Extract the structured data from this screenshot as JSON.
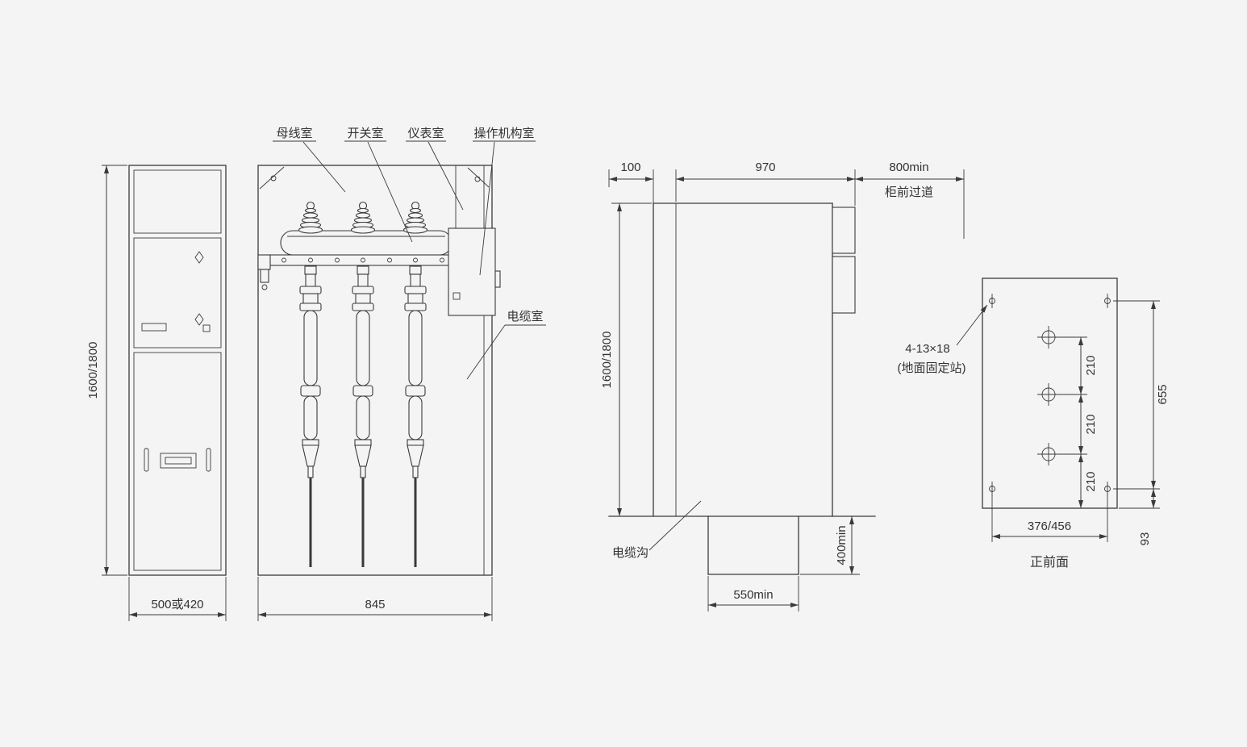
{
  "colors": {
    "background": "#f4f4f4",
    "line": "#3a3a3a",
    "text": "#333333"
  },
  "front_view": {
    "height": "1600/1800",
    "width": "500或420"
  },
  "section_view": {
    "busbar_room": "母线室",
    "switch_room": "开关室",
    "meter_room": "仪表室",
    "mechanism_room": "操作机构室",
    "cable_room": "电缆室",
    "width": "845"
  },
  "side_view": {
    "dim_100": "100",
    "dim_970": "970",
    "dim_800min": "800min",
    "aisle_label": "柜前过道",
    "height": "1600/1800",
    "trench_label": "电缆沟",
    "dim_400min": "400min",
    "dim_550min": "550min"
  },
  "plate_view": {
    "hole_spec": "4-13×18",
    "hole_note": "(地面固定站)",
    "pitches": [
      "210",
      "210",
      "210"
    ],
    "dim_655": "655",
    "dim_376_456": "376/456",
    "dim_93": "93",
    "caption": "正前面"
  }
}
